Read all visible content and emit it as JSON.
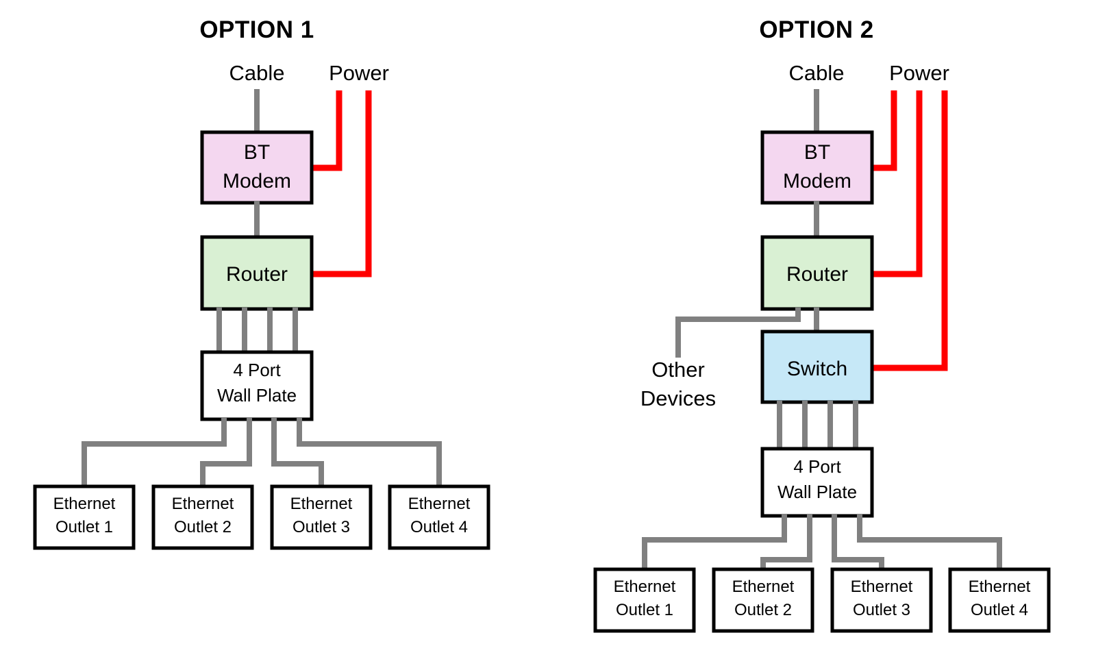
{
  "diagram": {
    "type": "network-wiring-diagram",
    "background_color": "#FFFFFF",
    "colors": {
      "modem_fill": "#F4D7F0",
      "router_fill": "#D9F0D3",
      "switch_fill": "#C6E8F7",
      "plate_fill": "#FFFFFF",
      "outlet_fill": "#FFFFFF",
      "box_stroke": "#000000",
      "data_cable": "#808080",
      "power_cable": "#FF0000"
    }
  },
  "option1": {
    "title": "OPTION 1",
    "labels": {
      "cable": "Cable",
      "power": "Power"
    },
    "nodes": {
      "modem": {
        "line1": "BT",
        "line2": "Modem"
      },
      "router": {
        "line1": "Router"
      },
      "wall_plate": {
        "line1": "4 Port",
        "line2": "Wall Plate"
      }
    },
    "outlets": [
      {
        "line1": "Ethernet",
        "line2": "Outlet 1"
      },
      {
        "line1": "Ethernet",
        "line2": "Outlet 2"
      },
      {
        "line1": "Ethernet",
        "line2": "Outlet 3"
      },
      {
        "line1": "Ethernet",
        "line2": "Outlet 4"
      }
    ]
  },
  "option2": {
    "title": "OPTION 2",
    "labels": {
      "cable": "Cable",
      "power": "Power",
      "other_devices_line1": "Other",
      "other_devices_line2": "Devices"
    },
    "nodes": {
      "modem": {
        "line1": "BT",
        "line2": "Modem"
      },
      "router": {
        "line1": "Router"
      },
      "switch": {
        "line1": "Switch"
      },
      "wall_plate": {
        "line1": "4 Port",
        "line2": "Wall Plate"
      }
    },
    "outlets": [
      {
        "line1": "Ethernet",
        "line2": "Outlet 1"
      },
      {
        "line1": "Ethernet",
        "line2": "Outlet 2"
      },
      {
        "line1": "Ethernet",
        "line2": "Outlet 3"
      },
      {
        "line1": "Ethernet",
        "line2": "Outlet 4"
      }
    ]
  }
}
